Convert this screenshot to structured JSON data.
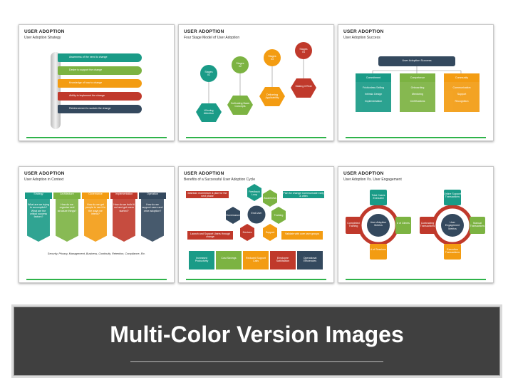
{
  "slides": [
    {
      "title": "USER ADOPTION",
      "subtitle": "User Adoption Strategy",
      "bars": [
        {
          "label": "Awareness of the need to change",
          "color": "#1a9b87"
        },
        {
          "label": "Desire to support the change",
          "color": "#7cb342"
        },
        {
          "label": "Knowledge of how to change",
          "color": "#f39c12"
        },
        {
          "label": "Ability to implement the change",
          "color": "#c0392b"
        },
        {
          "label": "Reinforcement to sustain the change",
          "color": "#34495e"
        }
      ]
    },
    {
      "title": "USER ADOPTION",
      "subtitle": "Four Stage Model of User Adoption",
      "stages": [
        {
          "stage": "Stages 01",
          "text": "Winning Attention",
          "color": "#1a9b87"
        },
        {
          "stage": "Stages 02",
          "text": "Cultivating Basic Concepts",
          "color": "#7cb342"
        },
        {
          "stage": "Stages 03",
          "text": "Delivering Applicability",
          "color": "#f39c12"
        },
        {
          "stage": "Stages 04",
          "text": "Making it Real",
          "color": "#c0392b"
        }
      ]
    },
    {
      "title": "USER ADOPTION",
      "subtitle": "User Adoption Success",
      "header": "User Adoption Success",
      "columns": [
        {
          "name": "Commitment",
          "items": [
            "Frictionless Selling",
            "Intrinsic Design",
            "Implementation"
          ],
          "color": "#1a9b87"
        },
        {
          "name": "Competence",
          "items": [
            "Onboarding",
            "Mentoring",
            "Certifications"
          ],
          "color": "#7cb342"
        },
        {
          "name": "Community",
          "items": [
            "Communication",
            "Support",
            "Recognition"
          ],
          "color": "#f39c12"
        }
      ]
    },
    {
      "title": "USER ADOPTION",
      "subtitle": "User Adoption in Context",
      "columns": [
        {
          "name": "Strategy",
          "text": "What are we trying to accomplish? What are the critical success factors?",
          "color": "#1a9b87"
        },
        {
          "name": "Architecture",
          "text": "How do we organize and structure things?",
          "color": "#7cb342"
        },
        {
          "name": "Governance",
          "text": "How do we get people to use it in the ways we intend?",
          "color": "#f39c12"
        },
        {
          "name": "Implementation",
          "text": "How do we build it out and get users started?",
          "color": "#c0392b"
        },
        {
          "name": "Operation",
          "text": "How do we support users and drive adoption?",
          "color": "#34495e"
        }
      ],
      "footer": "Security, Privacy, Management, Business, Continuity, Retention, Compliance, Etc."
    },
    {
      "title": "USER ADOPTION",
      "subtitle": "Benefits of a Successful User Adoption Cycle",
      "center": "End User",
      "hexes": [
        "Feedback Loop",
        "Awareness",
        "Training",
        "Support",
        "Devices",
        "Governance"
      ],
      "callouts": [
        "Maintain momentum & plan for the next phase",
        "Plan for change Communicate early & often",
        "Launch and Support Users through change",
        "Validate with core user groups"
      ],
      "benefits": [
        "Increased Productivity",
        "Cost Savings",
        "Reduced Support Calls",
        "Employee Satisfaction",
        "Operational Efficiencies"
      ]
    },
    {
      "title": "USER ADOPTION",
      "subtitle": "User Adoption Vs. User Engagement",
      "left_center": "User Adoption Metrics",
      "right_center": "User Engagement Metrics",
      "left_items": [
        "Total Cases Executed",
        "Completed Training",
        "# of Sessions",
        "# of Clients"
      ],
      "right_items": [
        "Online Support Transactions",
        "Manual Transactions",
        "Execution Transactions",
        "Contracting Transactions"
      ]
    }
  ],
  "banner": {
    "title": "Multi-Color Version Images"
  }
}
